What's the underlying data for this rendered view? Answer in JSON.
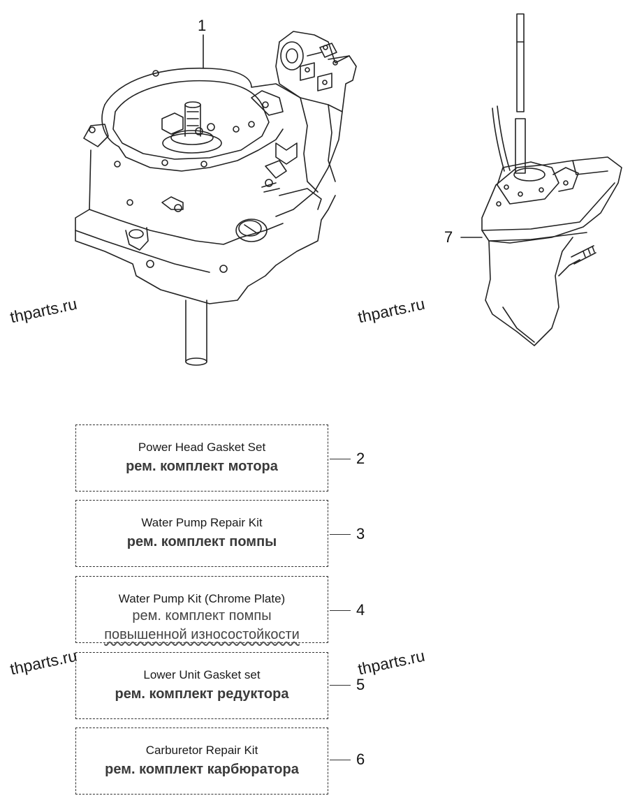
{
  "callouts": {
    "c1": "1",
    "c2": "2",
    "c3": "3",
    "c4": "4",
    "c5": "5",
    "c6": "6",
    "c7": "7"
  },
  "watermark": {
    "text": "thparts.ru"
  },
  "kits": {
    "powerhead": {
      "en": "Power Head Gasket Set",
      "ru": "рем. комплект мотора"
    },
    "water_pump": {
      "en": "Water Pump Repair Kit",
      "ru": "рем. комплект помпы"
    },
    "water_pump_chrome": {
      "en": "Water Pump Kit (Chrome Plate)",
      "ru_line1": "рем. комплект помпы",
      "ru_line2": "повышенной износостойкости"
    },
    "lower_unit": {
      "en": "Lower Unit Gasket set",
      "ru": "рем. комплект редуктора"
    },
    "carburetor": {
      "en": "Carburetor Repair Kit",
      "ru": "рем. комплект карбюратора"
    }
  }
}
